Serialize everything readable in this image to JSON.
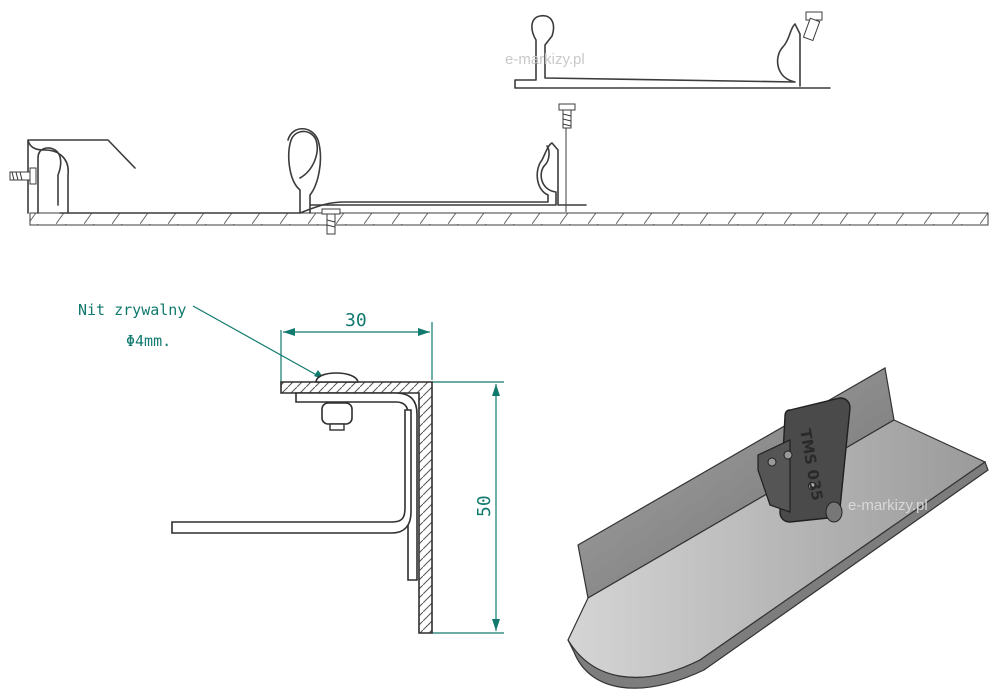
{
  "watermark": {
    "text": "e-markizy.pl"
  },
  "callout": {
    "line1": "Nit zrywalny",
    "line2": "Φ4mm."
  },
  "dimensions": {
    "width": "30",
    "height": "50"
  },
  "part": {
    "code": "TMS 035"
  },
  "colors": {
    "dimension": "#117a6e",
    "line": "#3c3c3c",
    "metal": "#8a8a8a"
  }
}
